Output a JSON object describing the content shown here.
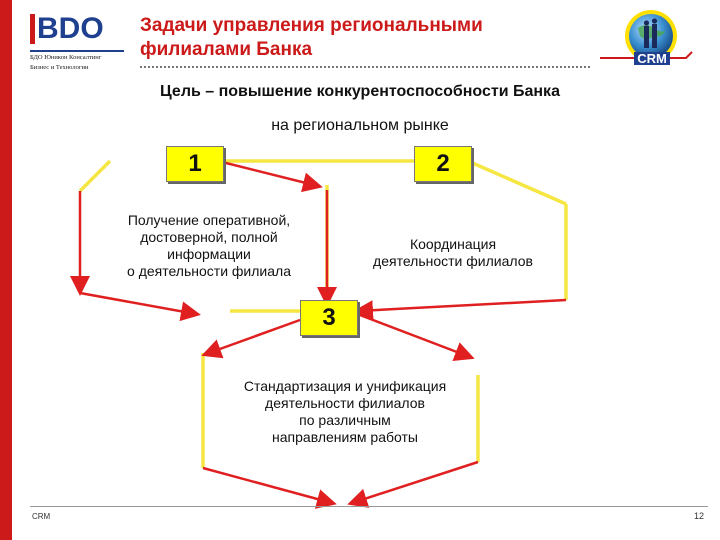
{
  "header": {
    "logo_text": "BDO",
    "logo_subtitle_1": "БДО Юникон Консалтинг",
    "logo_subtitle_2": "Бизнес и Технологии",
    "title_line_1": "Задачи управления региональными",
    "title_line_2": "филиалами Банка",
    "crm_logo_text": "CRM"
  },
  "goal": {
    "line_1": "Цель – повышение конкурентоспособности Банка",
    "line_2": "на региональном рынке"
  },
  "nodes": [
    {
      "number": "1",
      "lines": [
        "Получение оперативной,",
        "достоверной, полной",
        "информации",
        "о деятельности филиала"
      ]
    },
    {
      "number": "2",
      "lines": [
        "Координация",
        "деятельности филиалов"
      ]
    },
    {
      "number": "3",
      "lines": [
        "Стандартизация и унификация",
        "деятельности филиалов",
        "по различным",
        "направлениям работы"
      ]
    }
  ],
  "colors": {
    "accent": "#cc1a1a",
    "logo_blue": "#1f3f8f",
    "badge": "#ffff00",
    "arrow_red": "#e02020",
    "line_yellow": "#f5e642"
  },
  "footer": {
    "left_label": "CRM",
    "page_number": "12"
  }
}
